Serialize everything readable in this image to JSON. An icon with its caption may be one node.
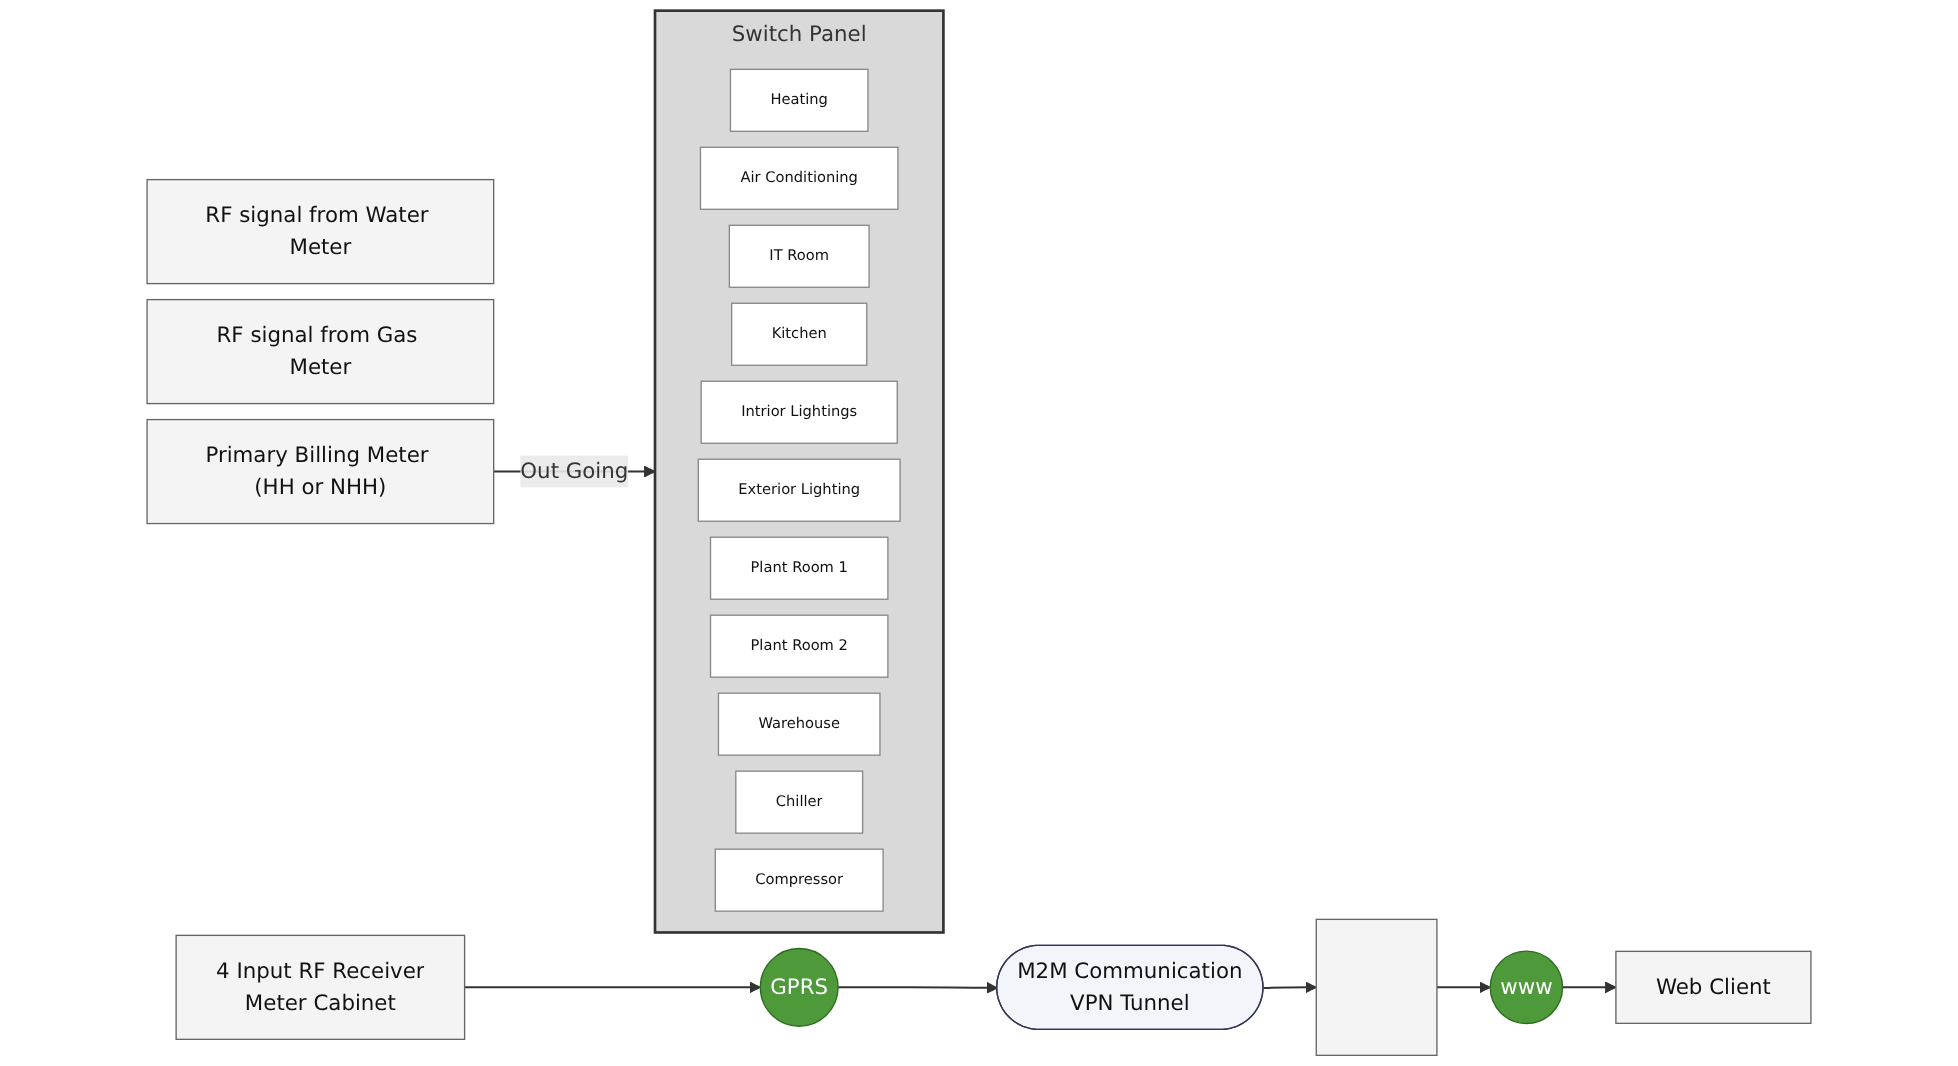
{
  "diagram": {
    "nodes": [
      {
        "text": [
          "RF signal from Water Meter"
        ]
      },
      {
        "text": [
          "RF signal from Gas Meter"
        ]
      },
      {
        "text": [
          "Switch Panel"
        ]
      },
      {
        "text": [
          "Heating"
        ],
        "in": 2
      },
      {
        "text": [
          "Air Conditioning"
        ],
        "in": 2
      },
      {
        "text": [
          "IT Room"
        ],
        "in": 2
      },
      {
        "text": [
          "Kitchen"
        ],
        "in": 2
      },
      {
        "text": [
          "Intrior Lightings"
        ],
        "in": 2
      },
      {
        "text": [
          "Exterior Lighting"
        ],
        "in": 2
      },
      {
        "text": [
          "Plant Room 1"
        ],
        "in": 2
      },
      {
        "text": [
          "Plant Room 2"
        ],
        "in": 2
      },
      {
        "text": [
          "Warehouse"
        ],
        "in": 2
      },
      {
        "text": [
          "Chiller"
        ],
        "in": 2
      },
      {
        "text": [
          "Compressor"
        ],
        "in": 2
      },
      {
        "text": [
          "Primary Billing Meter (HH or NHH)"
        ]
      },
      {
        "text": [
          "4 Input RF Receiver",
          "Meter Cabinet"
        ]
      },
      {
        "text": [
          "GPRS"
        ]
      },
      {
        "text": [
          "M2M Communication",
          "VPN Tunnel"
        ]
      },
      {
        "text": [],
        "shape": "box"
      },
      {
        "text": [
          "www"
        ]
      },
      {
        "text": [
          "Web Client"
        ]
      }
    ],
    "edges": [
      {
        "from": 14,
        "to": 2,
        "arrow": "to",
        "label": "Out Going"
      },
      {
        "from": 15,
        "to": 16,
        "arrow": "to"
      },
      {
        "from": 16,
        "to": 17,
        "arrow": "to"
      },
      {
        "from": 17,
        "to": 18,
        "arrow": "to"
      },
      {
        "from": 18,
        "to": 19,
        "arrow": "to"
      },
      {
        "from": 19,
        "to": 20,
        "arrow": "to"
      }
    ]
  }
}
